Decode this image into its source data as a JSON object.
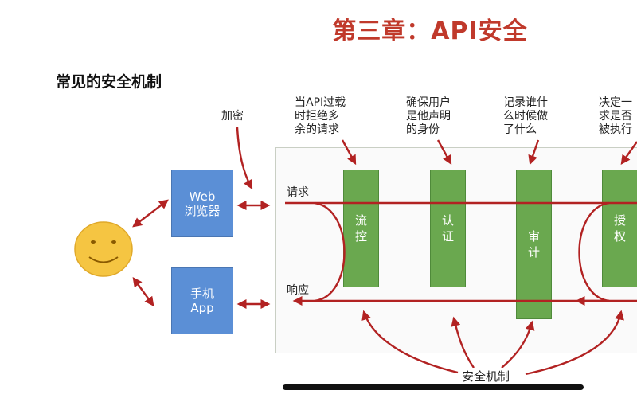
{
  "title": "第三章：API安全",
  "subtitle": "常见的安全机制",
  "notes": {
    "encrypt": "加密",
    "rate_limit": "当API过载\n时拒绝多\n余的请求",
    "authn": "确保用户\n是他声明\n的身份",
    "audit": "记录谁什\n么时候做\n了什么",
    "authz": "决定一\n求是否\n被执行"
  },
  "devices": {
    "web": "Web\n浏览器",
    "mobile": "手机\nApp"
  },
  "mechanisms": {
    "rate_limit": "流\n控",
    "authn": "认\n证",
    "audit": "审\n计",
    "authz": "授\n权"
  },
  "flow": {
    "request": "请求",
    "response": "响应"
  },
  "footer_label": "安全机制",
  "colors": {
    "title": "#c0392b",
    "arrow": "#b22222",
    "device": "#5b8fd6",
    "mechanism": "#6aa84f",
    "smiley": "#f5c542"
  }
}
